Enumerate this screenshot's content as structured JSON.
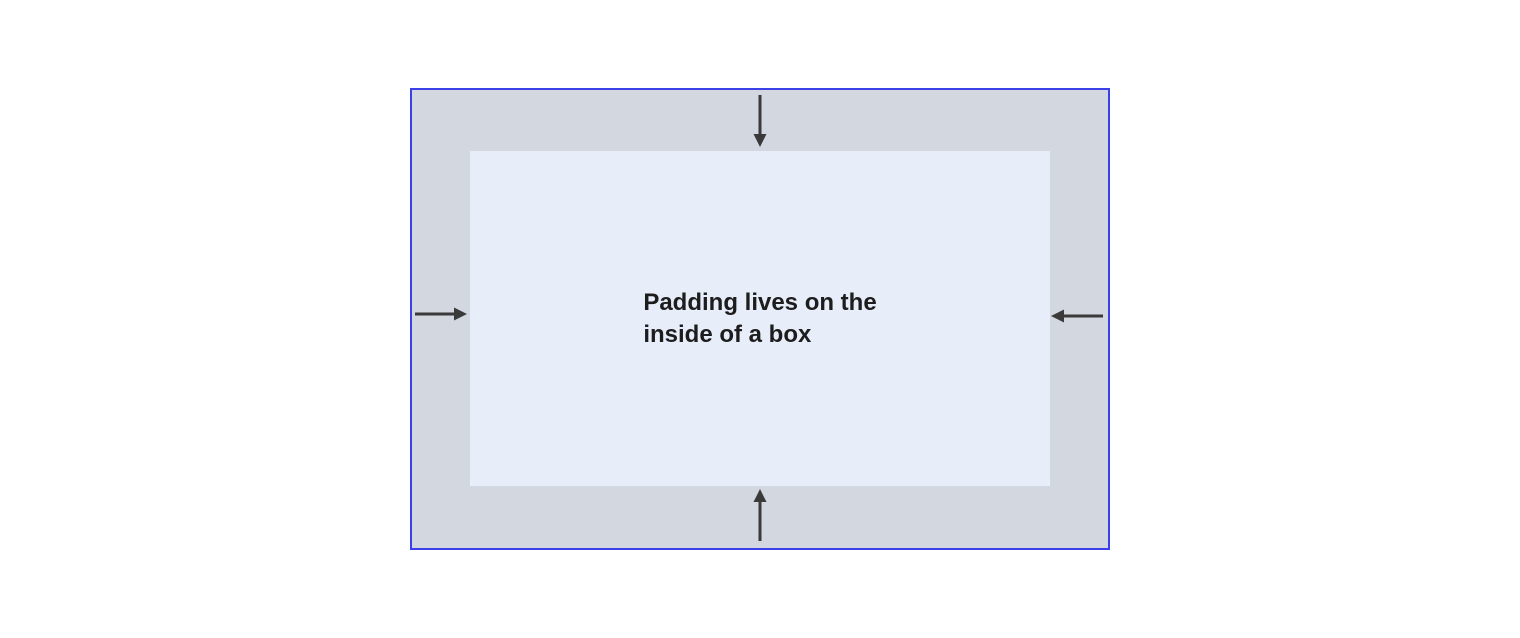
{
  "diagram": {
    "caption": "Padding lives on the\ninside of a box",
    "boxes": {
      "outer": "padding-area",
      "inner": "content-area"
    },
    "arrows": [
      {
        "name": "arrow-down-icon",
        "direction": "down",
        "glyph": "↓",
        "edge": "top"
      },
      {
        "name": "arrow-up-icon",
        "direction": "up",
        "glyph": "↑",
        "edge": "bottom"
      },
      {
        "name": "arrow-right-icon",
        "direction": "right",
        "glyph": "→",
        "edge": "left"
      },
      {
        "name": "arrow-left-icon",
        "direction": "left",
        "glyph": "←",
        "edge": "right"
      }
    ]
  },
  "colors": {
    "page_bg": "#ffffff",
    "border_blue": "#3c40e8",
    "padding_area_bg": "#d3d7e0",
    "content_area_bg": "#e8edfa",
    "arrow_color": "#3a3a3a",
    "caption_text": "#1d1d1d"
  }
}
